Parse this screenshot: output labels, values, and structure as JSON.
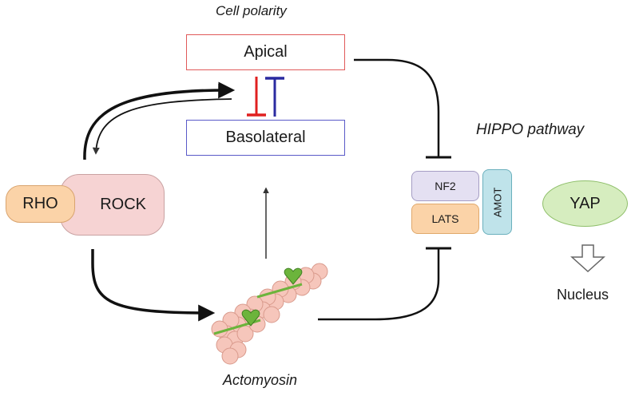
{
  "labels": {
    "cell_polarity": "Cell polarity",
    "apical": "Apical",
    "basolateral": "Basolateral",
    "rho": "RHO",
    "rock": "ROCK",
    "hippo_pathway": "HIPPO pathway",
    "nf2": "NF2",
    "lats": "LATS",
    "amot": "AMOT",
    "yap": "YAP",
    "nucleus": "Nucleus",
    "actomyosin": "Actomyosin"
  },
  "colors": {
    "apical_border": "#e05a5a",
    "basolateral_border": "#5a5ac8",
    "inhibit_red": "#e02020",
    "inhibit_blue": "#2a2aa0",
    "rho_fill": "#fbd3a8",
    "rock_fill": "#f6d3d3",
    "nf2_fill": "#e4e0f2",
    "lats_fill": "#fbd3a8",
    "amot_fill": "#bfe3ea",
    "yap_fill": "#d6edbf",
    "bead_fill": "#f6c6bb",
    "myosin_fill": "#6cb43c"
  }
}
